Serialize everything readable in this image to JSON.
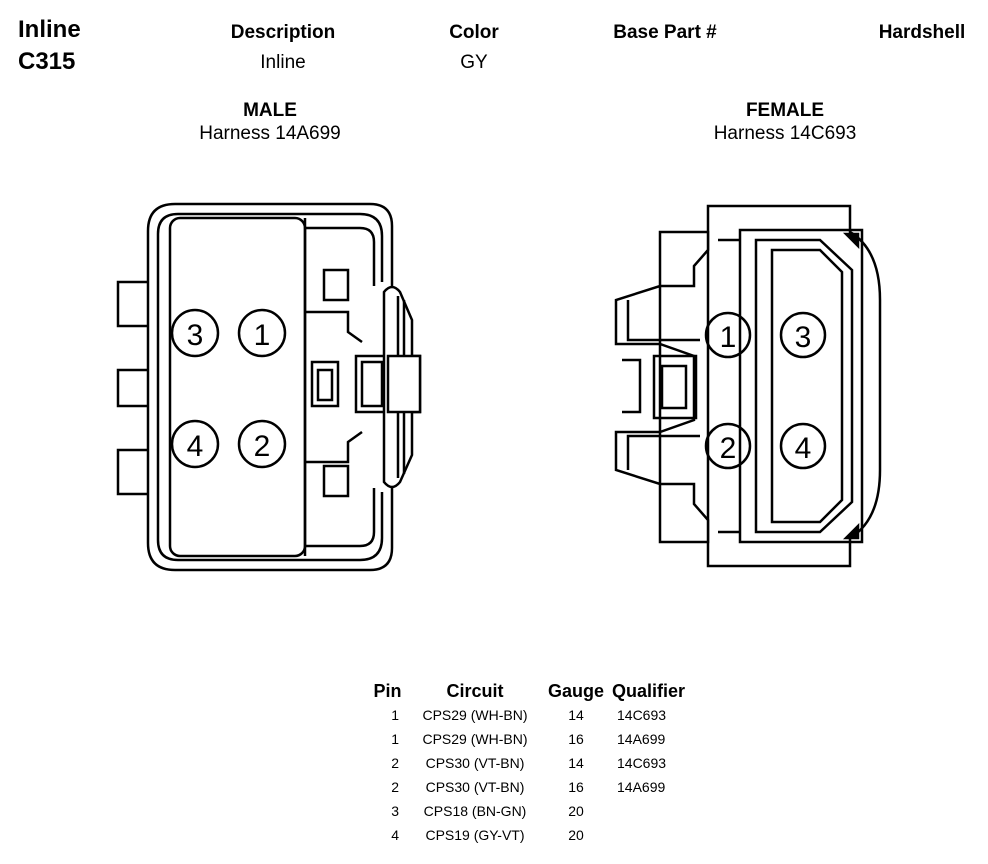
{
  "header": {
    "title_line1": "Inline",
    "title_line2": "C315",
    "columns": [
      {
        "label": "Description",
        "value": "Inline"
      },
      {
        "label": "Color",
        "value": "GY"
      },
      {
        "label": "Base Part #",
        "value": ""
      },
      {
        "label": "Hardshell",
        "value": ""
      }
    ]
  },
  "male": {
    "label": "MALE",
    "harness": "Harness 14A699",
    "pins": [
      "3",
      "1",
      "4",
      "2"
    ]
  },
  "female": {
    "label": "FEMALE",
    "harness": "Harness 14C693",
    "pins": [
      "1",
      "3",
      "2",
      "4"
    ]
  },
  "table": {
    "headers": [
      "Pin",
      "Circuit",
      "Gauge",
      "Qualifier"
    ],
    "rows": [
      [
        "1",
        "CPS29 (WH-BN)",
        "14",
        "14C693"
      ],
      [
        "1",
        "CPS29 (WH-BN)",
        "16",
        "14A699"
      ],
      [
        "2",
        "CPS30 (VT-BN)",
        "14",
        "14C693"
      ],
      [
        "2",
        "CPS30 (VT-BN)",
        "16",
        "14A699"
      ],
      [
        "3",
        "CPS18 (BN-GN)",
        "20",
        ""
      ],
      [
        "4",
        "CPS19 (GY-VT)",
        "20",
        ""
      ]
    ]
  }
}
